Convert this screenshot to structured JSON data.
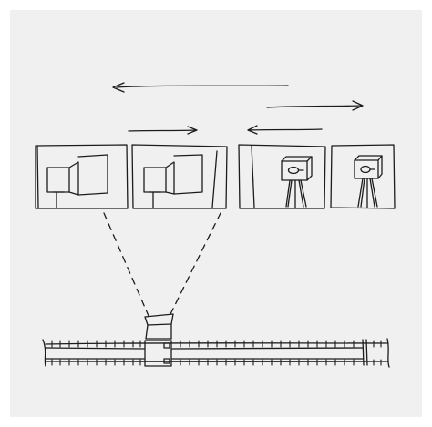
{
  "colors": {
    "page_background": "#ffffff",
    "paper": "#eff0ef",
    "ink": "#1c1c1c"
  },
  "diagram": {
    "panels": [
      {
        "name": "frame-1",
        "subject": "camera-body-side-view"
      },
      {
        "name": "frame-2",
        "subject": "camera-body-side-view"
      },
      {
        "name": "frame-3",
        "subject": "camera-on-tripod"
      },
      {
        "name": "frame-4",
        "subject": "camera-on-tripod"
      }
    ],
    "arrows": [
      {
        "name": "long-left-arrow",
        "direction": "left"
      },
      {
        "name": "long-right-arrow",
        "direction": "right"
      },
      {
        "name": "short-right-arrow",
        "direction": "right"
      },
      {
        "name": "short-left-arrow",
        "direction": "left"
      }
    ],
    "projection_lines": "dashed",
    "film_strip": {
      "perforation_rows": 2
    }
  }
}
